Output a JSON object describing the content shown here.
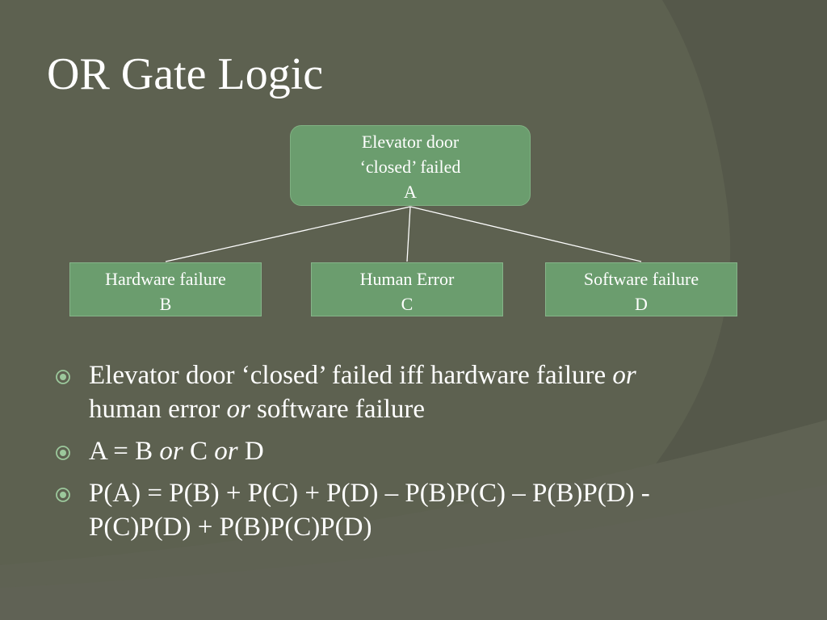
{
  "slide": {
    "title": "OR Gate Logic"
  },
  "diagram": {
    "root": {
      "line1": "Elevator door",
      "line2": "‘closed’ failed",
      "line3": "A"
    },
    "children": [
      {
        "label": "Hardware failure",
        "letter": "B"
      },
      {
        "label": "Human Error",
        "letter": "C"
      },
      {
        "label": "Software failure",
        "letter": "D"
      }
    ]
  },
  "bullets": [
    {
      "p1": "Elevator door ‘closed’ failed iff hardware failure ",
      "or1": "or",
      "p2": " human error ",
      "or2": "or",
      "p3": " software failure"
    },
    {
      "p1": "A = B ",
      "or1": "or",
      "p2": " C ",
      "or2": "or",
      "p3": " D"
    },
    {
      "text": "P(A) = P(B) + P(C) + P(D) – P(B)P(C) – P(B)P(D) - P(C)P(D) + P(B)P(C)P(D)"
    }
  ],
  "colors": {
    "background": "#5d6150",
    "node_fill": "#6b9d6e",
    "text": "#ffffff",
    "bullet_icon": "#9cc89c"
  },
  "icons": {
    "bullet": "circle-bullet-icon"
  }
}
